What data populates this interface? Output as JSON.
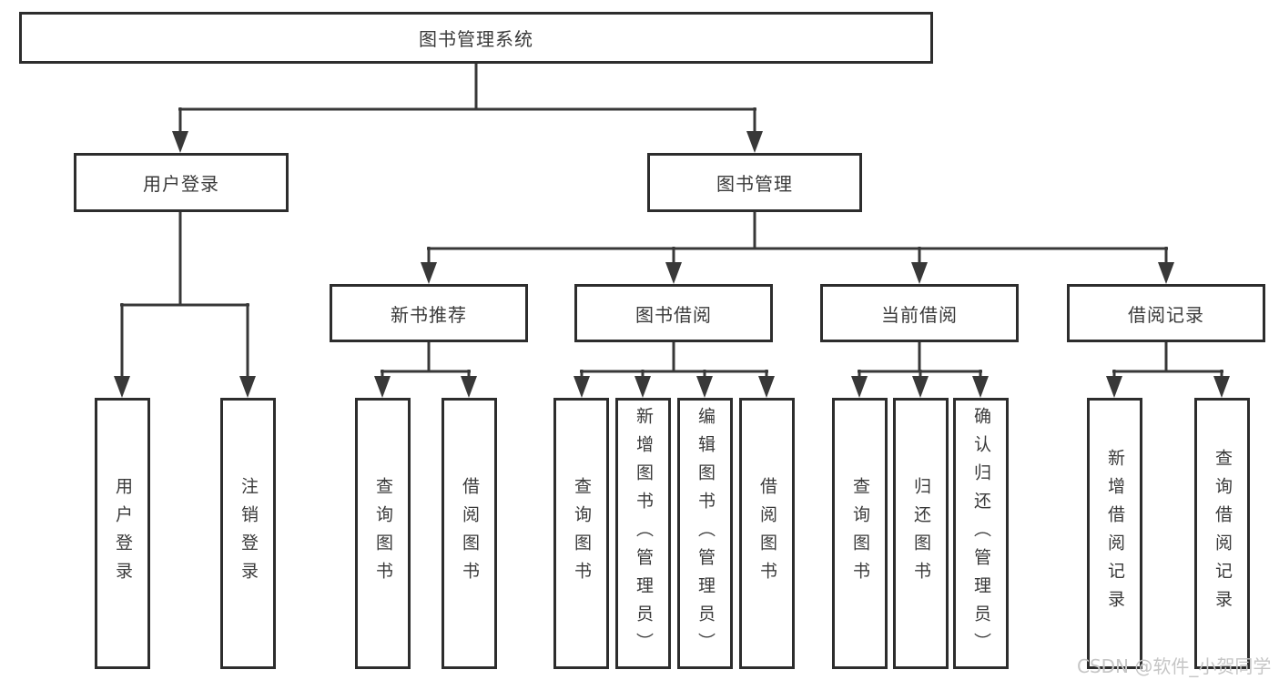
{
  "diagram": {
    "type": "hierarchy",
    "root": {
      "label": "图书管理系统"
    },
    "level2": [
      {
        "label": "用户登录",
        "children": [
          {
            "label": "用户登录"
          },
          {
            "label": "注销登录"
          }
        ]
      },
      {
        "label": "图书管理",
        "children": [
          {
            "label": "新书推荐",
            "children": [
              {
                "label": "查询图书"
              },
              {
                "label": "借阅图书"
              }
            ]
          },
          {
            "label": "图书借阅",
            "children": [
              {
                "label": "查询图书"
              },
              {
                "label": "新增图书（管理员）"
              },
              {
                "label": "编辑图书（管理员）"
              },
              {
                "label": "借阅图书"
              }
            ]
          },
          {
            "label": "当前借阅",
            "children": [
              {
                "label": "查询图书"
              },
              {
                "label": "归还图书"
              },
              {
                "label": "确认归还（管理员）"
              }
            ]
          },
          {
            "label": "借阅记录",
            "children": [
              {
                "label": "新增借阅记录"
              },
              {
                "label": "查询借阅记录"
              }
            ]
          }
        ]
      }
    ]
  },
  "watermark": {
    "text": "CSDN @软件_小贺同学"
  },
  "colors": {
    "line": "#383838",
    "box_border": "#2d2d2d",
    "box_fill": "#ffffff",
    "text": "#3a3a3a",
    "watermark": "#c6c6c6",
    "background": "#ffffff"
  }
}
